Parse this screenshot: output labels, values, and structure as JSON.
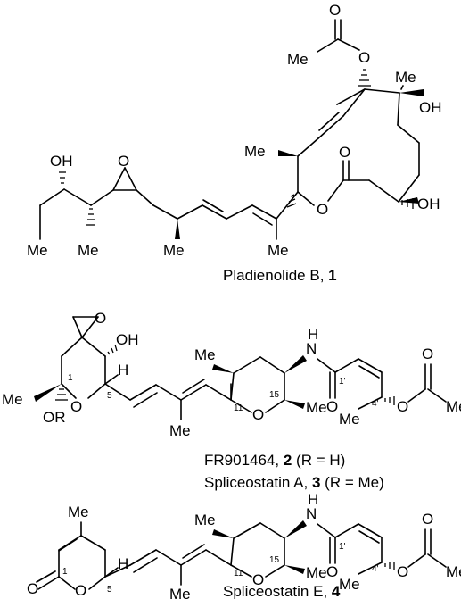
{
  "atoms": {
    "o": "O",
    "oh": "OH",
    "me": "Me",
    "h": "H",
    "nh": "N",
    "or": "OR"
  },
  "compound1": {
    "name": "Pladienolide B, ",
    "number": "1"
  },
  "compound2": {
    "name": "FR901464, ",
    "number": "2",
    "suffix": " (R = H)"
  },
  "compound3": {
    "name": "Spliceostatin A, ",
    "number": "3",
    "suffix": " (R = Me)"
  },
  "compound4": {
    "name": "Spliceostatin E, ",
    "number": "4"
  },
  "locants": {
    "c1": "1",
    "c5": "5",
    "c11": "11",
    "c15": "15",
    "c1p": "1'",
    "c4p": "4'"
  }
}
